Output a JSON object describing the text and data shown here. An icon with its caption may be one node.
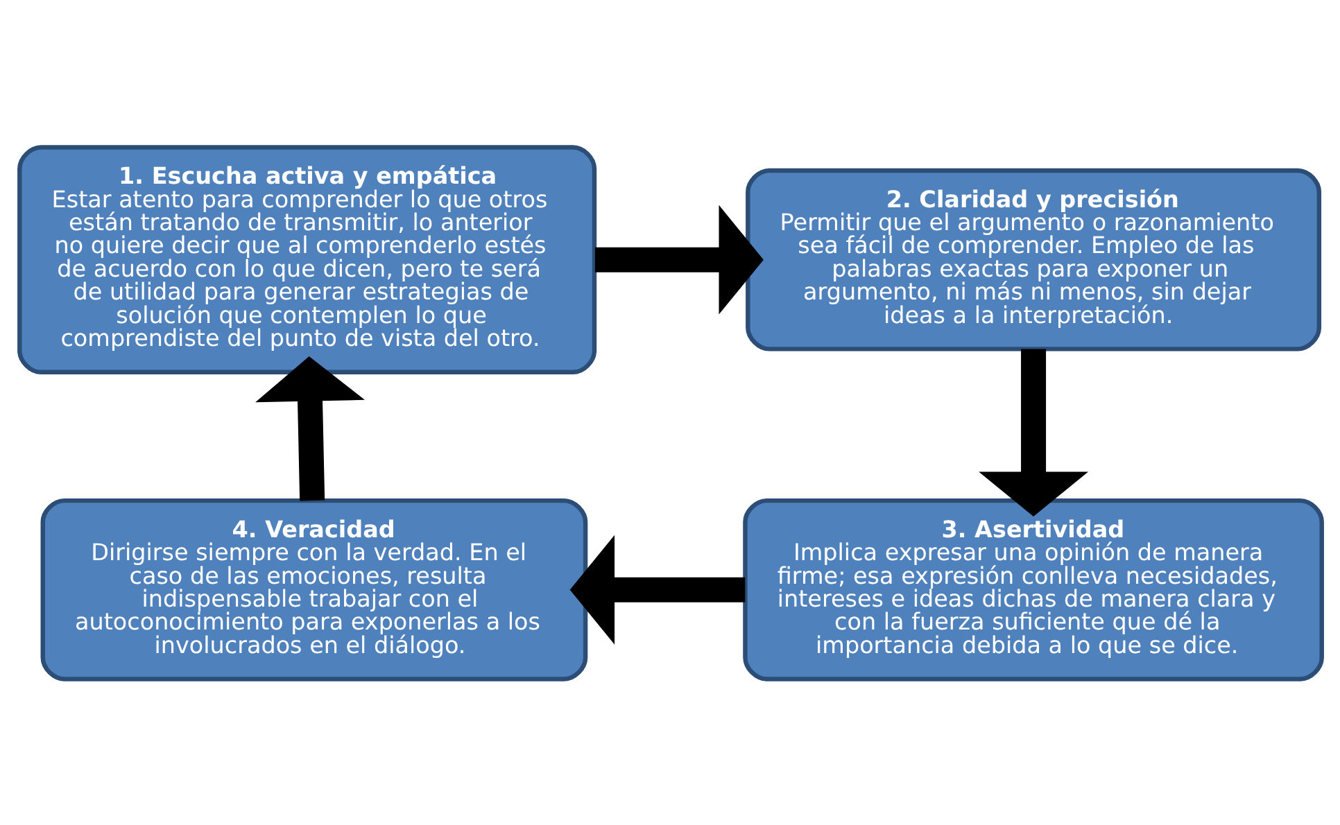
{
  "diagram": {
    "nodes": [
      {
        "text": [
          "1. Escucha activa y empática",
          "Estar atento para comprender lo que otros están tratando de transmitir, lo anterior no quiere decir que al comprenderlo estés de acuerdo con lo que dicen, pero te será de utilidad para generar estrategias de solución que contemplen lo que comprendiste del punto de vista del otro."
        ]
      },
      {
        "text": [
          "2. Claridad y precisión",
          "Permitir que el argumento o razonamiento sea fácil de comprender. Empleo de las palabras exactas para exponer un argumento, ni más ni menos, sin dejar ideas a la interpretación."
        ]
      },
      {
        "text": [
          "3. Asertividad",
          "Implica expresar una opinión de manera firme; esa expresión conlleva necesidades, intereses e ideas dichas de manera clara y con la fuerza suficiente que dé la importancia debida a lo que se dice."
        ]
      },
      {
        "text": [
          "4. Veracidad",
          "Dirigirse siempre con la verdad. En el caso de las emociones, resulta indispensable trabajar con el autoconocimiento para exponerlas a los involucrados en el diálogo."
        ]
      }
    ],
    "edges": [
      {
        "from": 0,
        "to": 1,
        "arrow": "to"
      },
      {
        "from": 1,
        "to": 2,
        "arrow": "to"
      },
      {
        "from": 2,
        "to": 3,
        "arrow": "to"
      },
      {
        "from": 3,
        "to": 0,
        "arrow": "to"
      }
    ]
  }
}
